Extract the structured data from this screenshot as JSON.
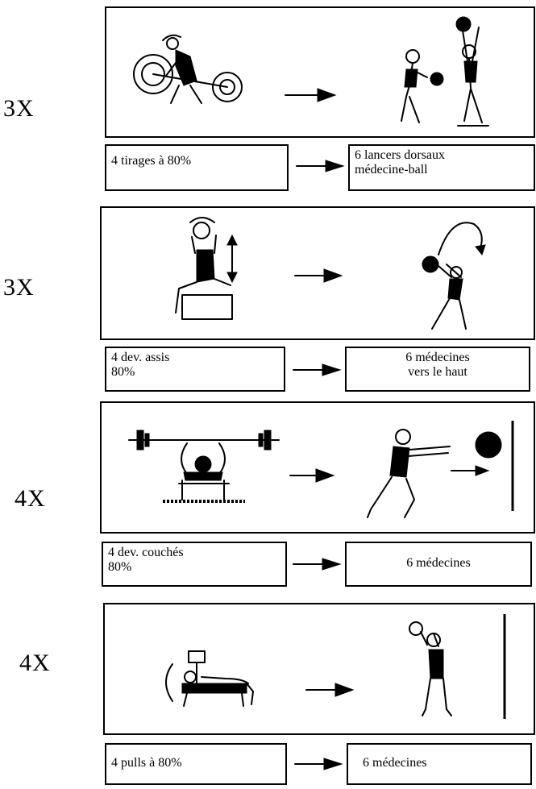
{
  "sets": [
    {
      "count": "3X",
      "from_text": "4 tirages à 80%",
      "to_text": "6 lancers dorsaux\nmédecine-ball",
      "from_illustration": "weightlifting-pull-figure",
      "to_illustration": "medicine-ball-back-throw-figures"
    },
    {
      "count": "3X",
      "from_text": "4 dev. assis\n80%",
      "to_text": "6 médecines\nvers le haut",
      "from_illustration": "seated-press-figure",
      "to_illustration": "overhead-medicine-ball-throw-figure"
    },
    {
      "count": "4X",
      "from_text": "4 dev. couchés\n80%",
      "to_text": "6 médecines",
      "from_illustration": "bench-press-figure",
      "to_illustration": "chest-pass-wall-figure"
    },
    {
      "count": "4X",
      "from_text": "4 pulls à 80%",
      "to_text": "6 médecines",
      "from_illustration": "pullover-bench-figure",
      "to_illustration": "overhead-wall-throw-figure"
    }
  ]
}
